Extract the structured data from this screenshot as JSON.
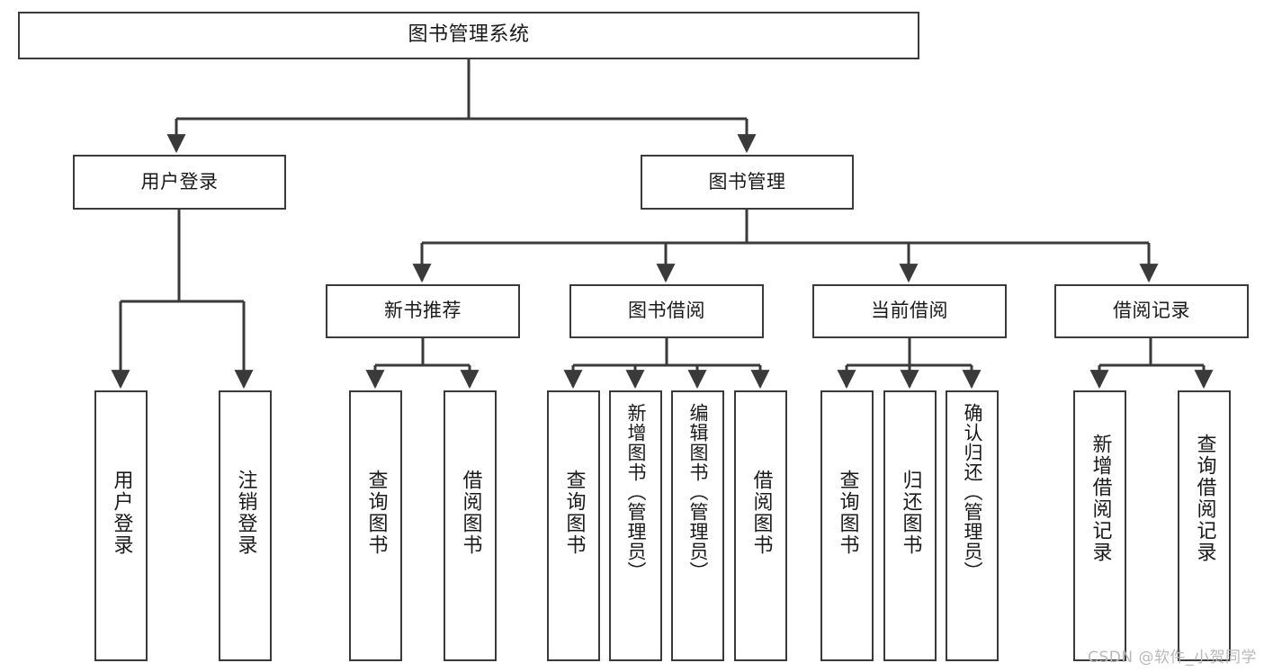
{
  "diagram": {
    "title": "图书管理系统",
    "watermark": "CSDN @软件_小贺同学",
    "line_color": "#3a3a3a",
    "box_border_color": "#3a3a3a",
    "background_color": "#ffffff",
    "text_color": "#1a1a1a",
    "watermark_color": "#b9b9b9"
  },
  "nodes": {
    "root": {
      "label": "图书管理系统"
    },
    "level2": [
      {
        "label": "用户登录"
      },
      {
        "label": "图书管理"
      }
    ],
    "level3": [
      {
        "label": "新书推荐"
      },
      {
        "label": "图书借阅"
      },
      {
        "label": "当前借阅"
      },
      {
        "label": "借阅记录"
      }
    ],
    "leaves": {
      "user_login": [
        {
          "label": "用户登录"
        },
        {
          "label": "注销登录"
        }
      ],
      "new_book_recommend": [
        {
          "label": "查询图书"
        },
        {
          "label": "借阅图书"
        }
      ],
      "book_borrow": [
        {
          "label": "查询图书"
        },
        {
          "label": "新增图书（管理员）"
        },
        {
          "label": "编辑图书（管理员）"
        },
        {
          "label": "借阅图书"
        }
      ],
      "current_borrow": [
        {
          "label": "查询图书"
        },
        {
          "label": "归还图书"
        },
        {
          "label": "确认归还（管理员）"
        }
      ],
      "borrow_record": [
        {
          "label": "新增借阅记录"
        },
        {
          "label": "查询借阅记录"
        }
      ]
    }
  },
  "chart_data": {
    "type": "diagram",
    "diagram_kind": "tree / functional-structure-chart",
    "title": "图书管理系统",
    "orientation": "top-down",
    "edge_style": "orthogonal with arrowheads",
    "levels": 4,
    "tree": {
      "name": "图书管理系统",
      "children": [
        {
          "name": "用户登录",
          "children": [
            {
              "name": "用户登录"
            },
            {
              "name": "注销登录"
            }
          ]
        },
        {
          "name": "图书管理",
          "children": [
            {
              "name": "新书推荐",
              "children": [
                {
                  "name": "查询图书"
                },
                {
                  "name": "借阅图书"
                }
              ]
            },
            {
              "name": "图书借阅",
              "children": [
                {
                  "name": "查询图书"
                },
                {
                  "name": "新增图书（管理员）"
                },
                {
                  "name": "编辑图书（管理员）"
                },
                {
                  "name": "借阅图书"
                }
              ]
            },
            {
              "name": "当前借阅",
              "children": [
                {
                  "name": "查询图书"
                },
                {
                  "name": "归还图书"
                },
                {
                  "name": "确认归还（管理员）"
                }
              ]
            },
            {
              "name": "借阅记录",
              "children": [
                {
                  "name": "新增借阅记录"
                },
                {
                  "name": "查询借阅记录"
                }
              ]
            }
          ]
        }
      ]
    }
  }
}
